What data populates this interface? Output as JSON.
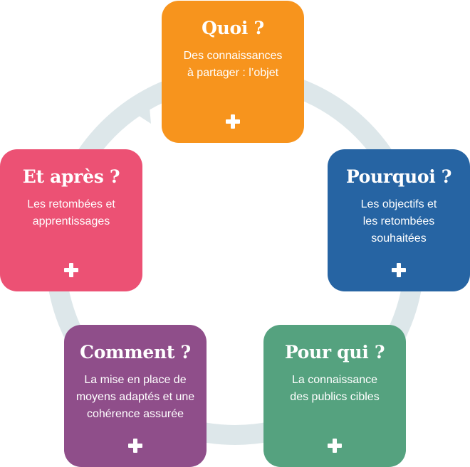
{
  "colors": {
    "ring": "#dde7ea",
    "quoi": "#f7941d",
    "pourquoi": "#2664a3",
    "pour_qui": "#55a27f",
    "comment": "#8f4e8a",
    "et_apres": "#ec5174",
    "text": "#ffffff"
  },
  "cycle": {
    "arrow_icon": "arrow-head",
    "cards": [
      {
        "id": "quoi",
        "title": "Quoi ?",
        "text": "Des connaissances\nà partager : l’objet",
        "icon": "plus-icon"
      },
      {
        "id": "pourquoi",
        "title": "Pourquoi ?",
        "text": "Les objectifs et\nles retombées\nsouhaitées",
        "icon": "plus-icon"
      },
      {
        "id": "pour_qui",
        "title": "Pour qui ?",
        "text": "La connaissance\ndes publics cibles",
        "icon": "plus-icon"
      },
      {
        "id": "comment",
        "title": "Comment ?",
        "text": "La mise en place de\nmoyens adaptés et une\ncohérence assurée",
        "icon": "plus-icon"
      },
      {
        "id": "et_apres",
        "title": "Et après ?",
        "text": "Les retombées et\napprentissages",
        "icon": "plus-icon"
      }
    ]
  }
}
